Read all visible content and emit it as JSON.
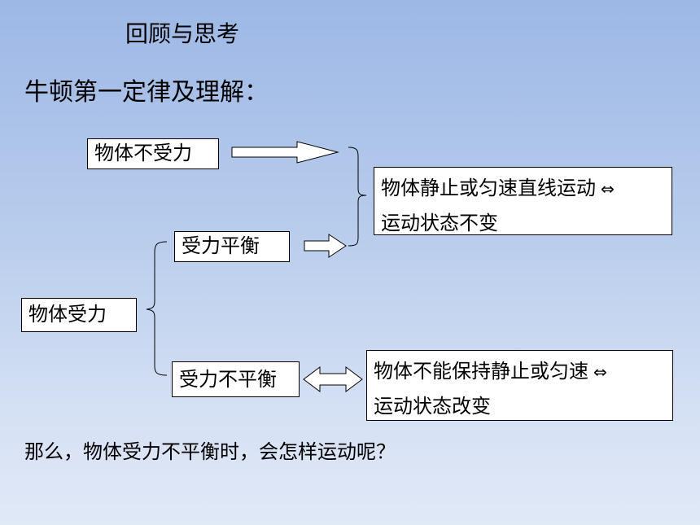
{
  "slide": {
    "title": "回顾与思考",
    "subtitle": "牛顿第一定律及理解：",
    "question": "那么，物体受力不平衡时，会怎样运动呢？"
  },
  "diagram": {
    "no_force": "物体不受力",
    "force": "物体受力",
    "balanced": "受力平衡",
    "unbalanced": "受力不平衡",
    "result_static": {
      "line1": "物体静止或匀速直线运动",
      "line2": "运动状态不变",
      "symbol": "⇔"
    },
    "result_change": {
      "line1": "物体不能保持静止或匀速",
      "line2": "运动状态改变",
      "symbol": "⇔"
    }
  }
}
